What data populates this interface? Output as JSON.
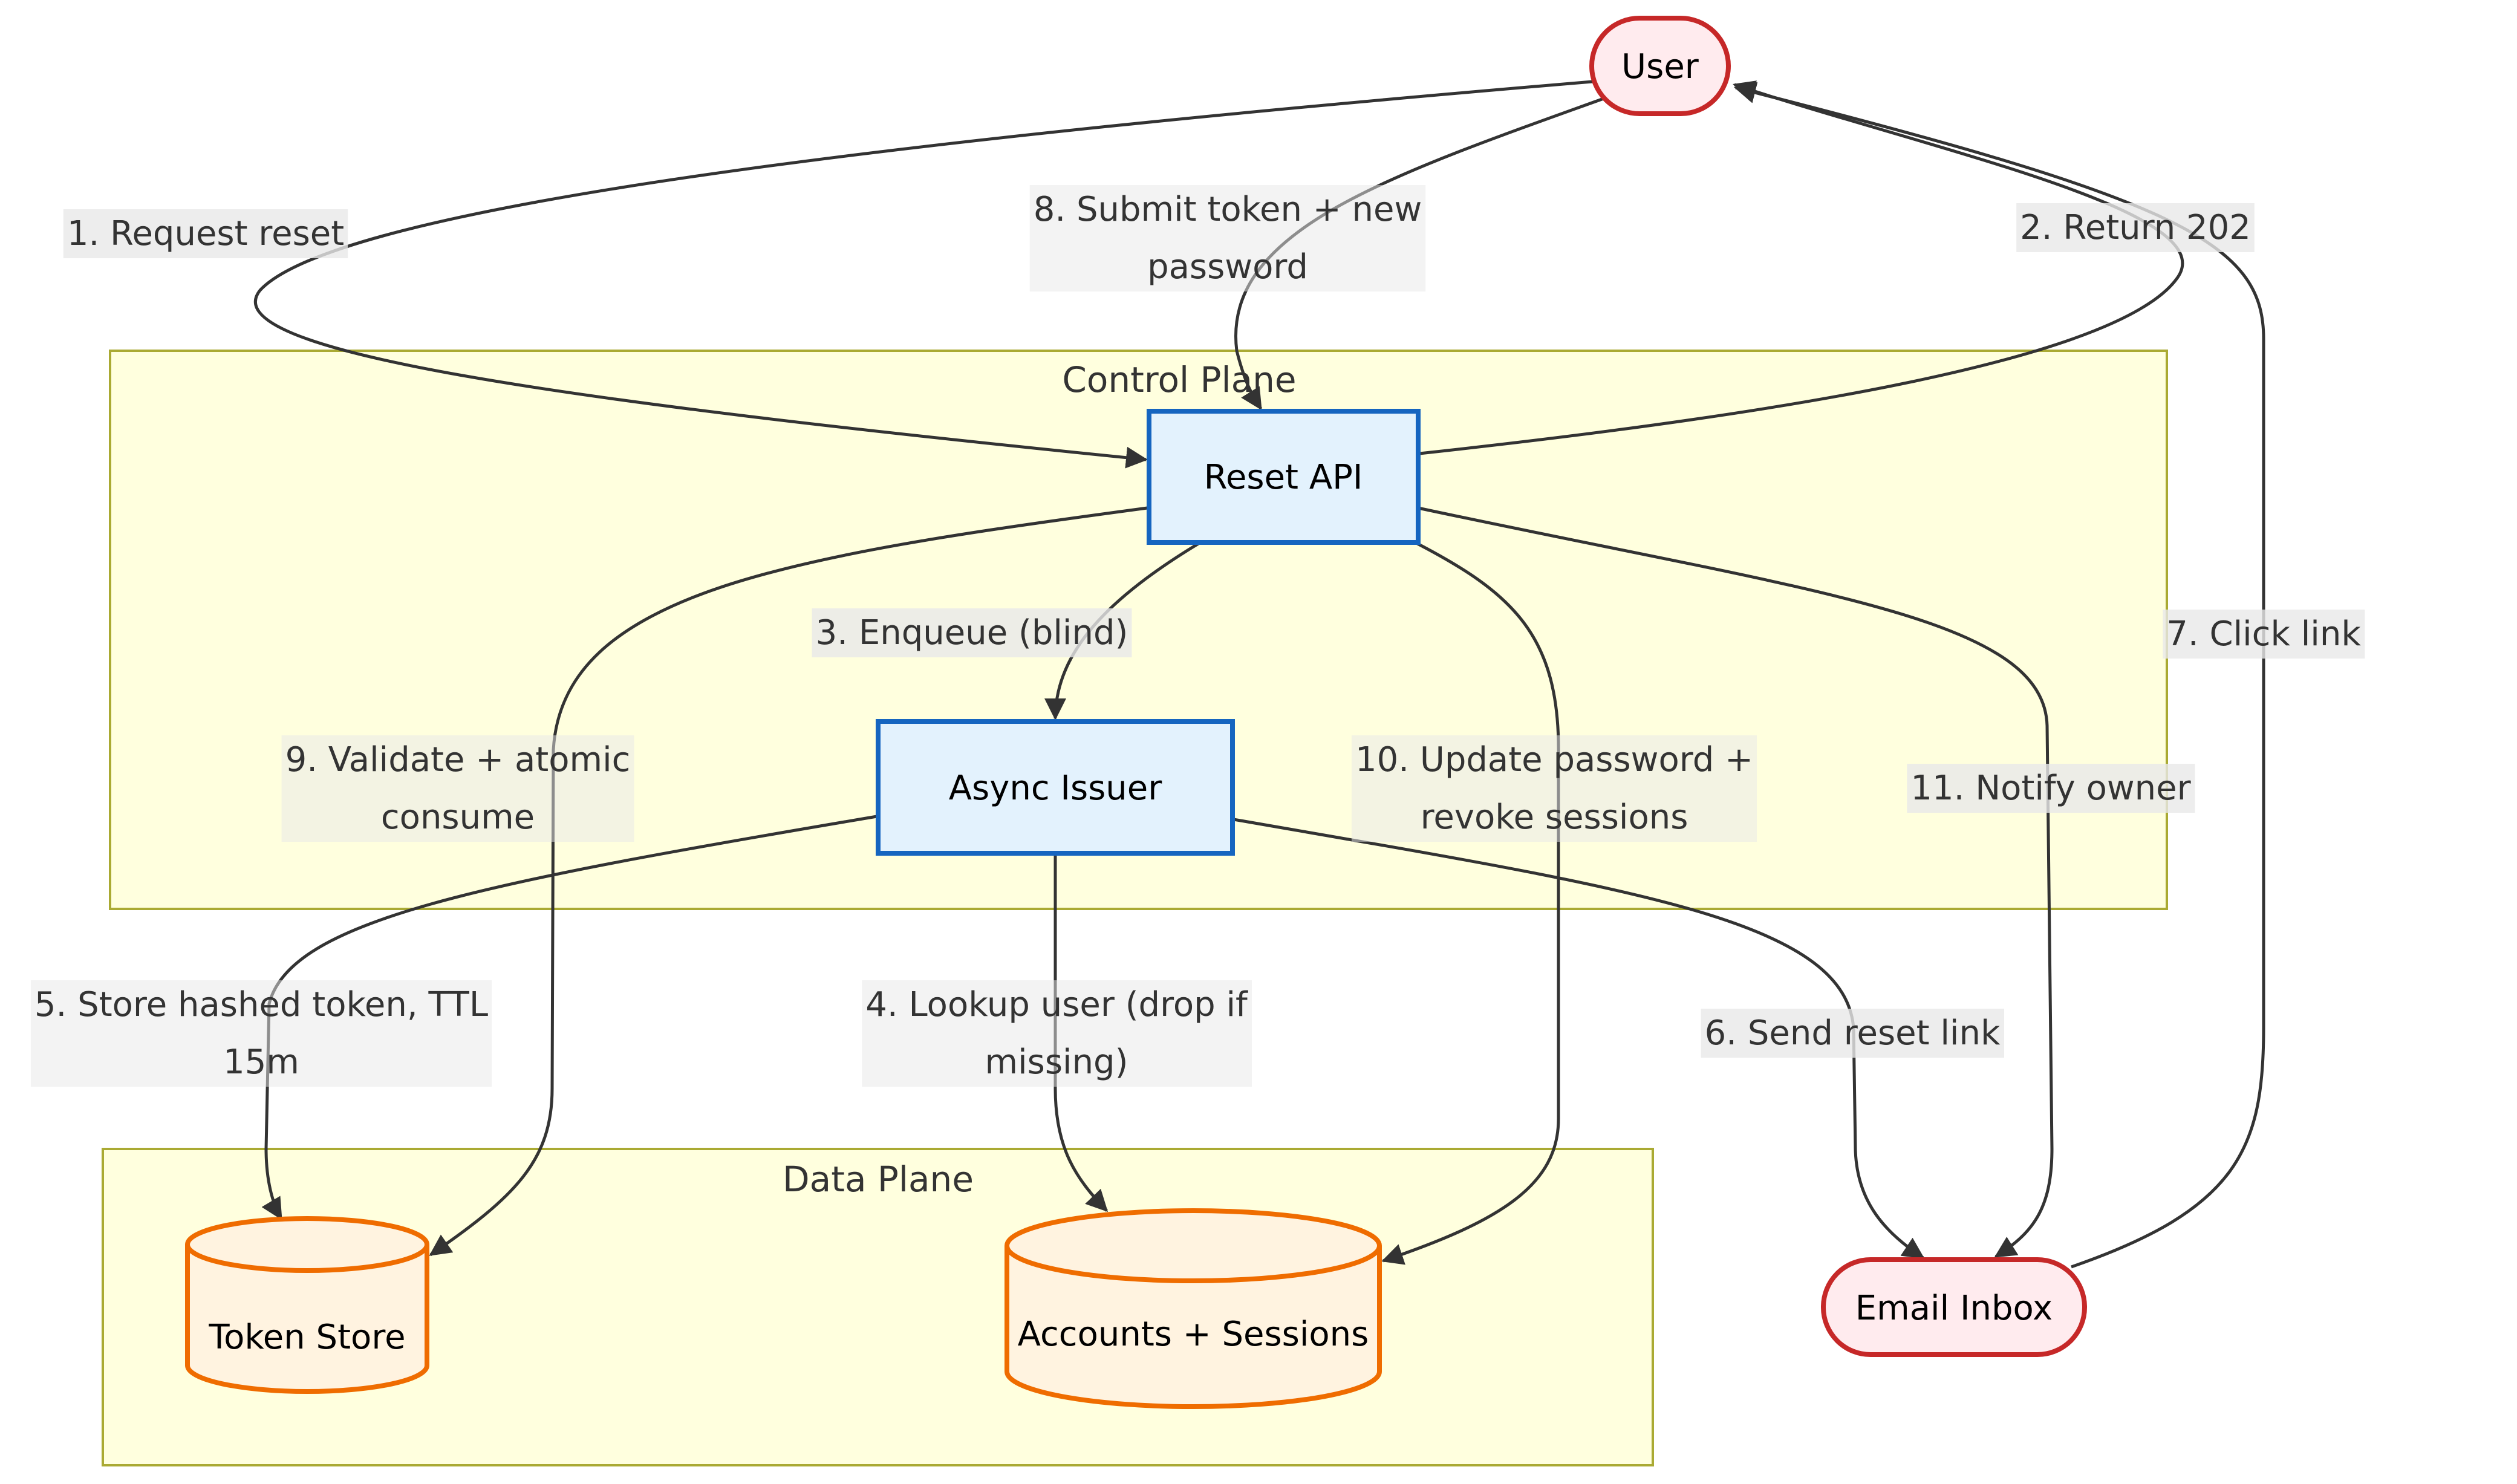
{
  "diagram": {
    "type": "flowchart",
    "clusters": [
      {
        "id": "control",
        "title": "Control Plane"
      },
      {
        "id": "data",
        "title": "Data Plane"
      }
    ],
    "nodes": {
      "user": {
        "label": "User",
        "shape": "stadium"
      },
      "reset_api": {
        "label": "Reset API",
        "shape": "rect"
      },
      "async_issuer": {
        "label": "Async Issuer",
        "shape": "rect"
      },
      "token_store": {
        "label": "Token Store",
        "shape": "cylinder"
      },
      "accounts": {
        "label": "Accounts + Sessions",
        "shape": "cylinder"
      },
      "email_inbox": {
        "label": "Email Inbox",
        "shape": "stadium"
      }
    },
    "edges": [
      {
        "from": "user",
        "to": "reset_api",
        "lines": [
          "1. Request reset"
        ]
      },
      {
        "from": "reset_api",
        "to": "user",
        "lines": [
          "2. Return 202"
        ]
      },
      {
        "from": "reset_api",
        "to": "async_issuer",
        "lines": [
          "3. Enqueue (blind)"
        ]
      },
      {
        "from": "async_issuer",
        "to": "accounts",
        "lines": [
          "4. Lookup user (drop if",
          "missing)"
        ]
      },
      {
        "from": "async_issuer",
        "to": "token_store",
        "lines": [
          "5. Store hashed token, TTL",
          "15m"
        ]
      },
      {
        "from": "async_issuer",
        "to": "email_inbox",
        "lines": [
          "6. Send reset link"
        ]
      },
      {
        "from": "email_inbox",
        "to": "user",
        "lines": [
          "7. Click link"
        ]
      },
      {
        "from": "user",
        "to": "reset_api",
        "lines": [
          "8. Submit token + new",
          "password"
        ]
      },
      {
        "from": "reset_api",
        "to": "token_store",
        "lines": [
          "9. Validate + atomic",
          "consume"
        ]
      },
      {
        "from": "reset_api",
        "to": "accounts",
        "lines": [
          "10. Update password +",
          "revoke sessions"
        ]
      },
      {
        "from": "reset_api",
        "to": "email_inbox",
        "lines": [
          "11. Notify owner"
        ]
      }
    ],
    "colors": {
      "cluster_fill": "#ffffde",
      "cluster_stroke": "#aaaa33",
      "actor_fill": "#ffebee",
      "actor_stroke": "#c62828",
      "service_fill": "#e3f2fd",
      "service_stroke": "#1565c0",
      "store_fill": "#fff3e0",
      "store_stroke": "#ef6c00",
      "edge": "#333333"
    }
  }
}
